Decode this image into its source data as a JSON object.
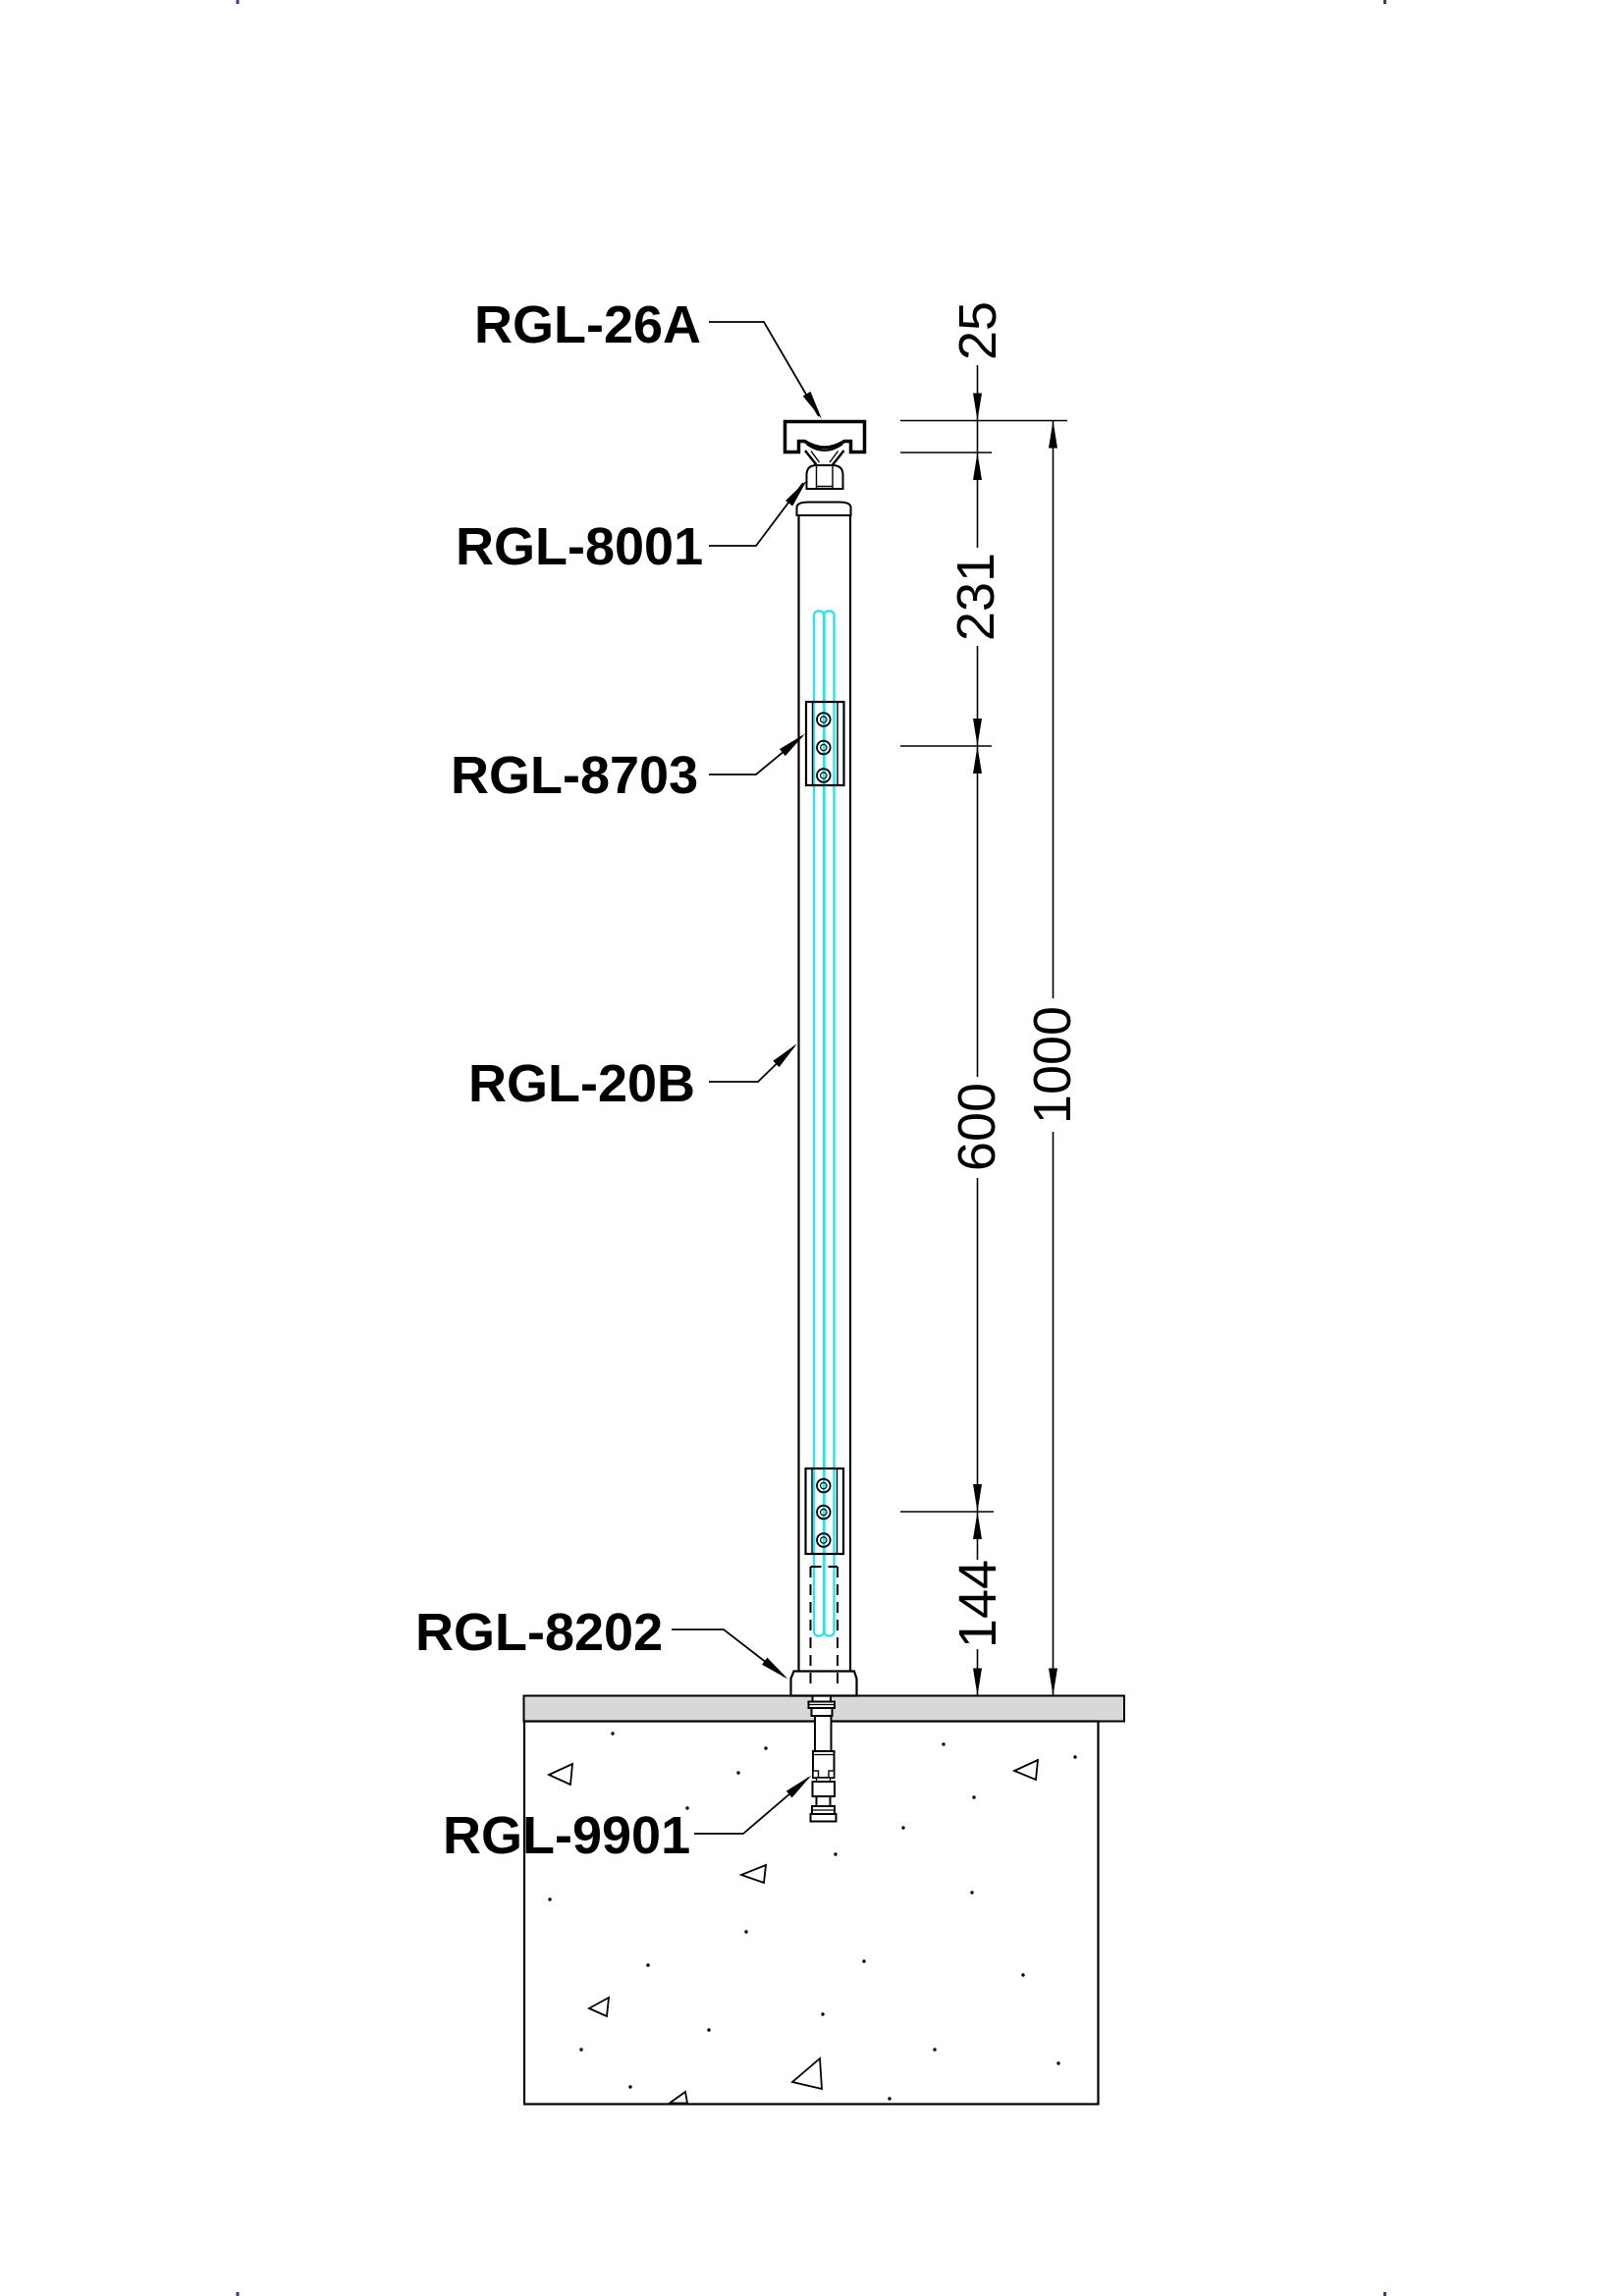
{
  "diagram": {
    "type": "railing-post-section-drawing",
    "part_labels": {
      "handrail_saddle": "RGL-26A",
      "saddle_adapter": "RGL-8001",
      "glass_clamp": "RGL-8703",
      "glass_panel": "RGL-20B",
      "base_cover": "RGL-8202",
      "anchor_bolt": "RGL-9901"
    },
    "dimensions": {
      "saddle_height": "25",
      "saddle_to_top_clamp": "231",
      "clamp_spacing": "600",
      "bottom_clamp_to_floor": "144",
      "overall_height": "1000"
    },
    "colors": {
      "glass_accent": "#36dfe6",
      "floor_slab": "#d8d8d8",
      "line": "#000000"
    }
  }
}
